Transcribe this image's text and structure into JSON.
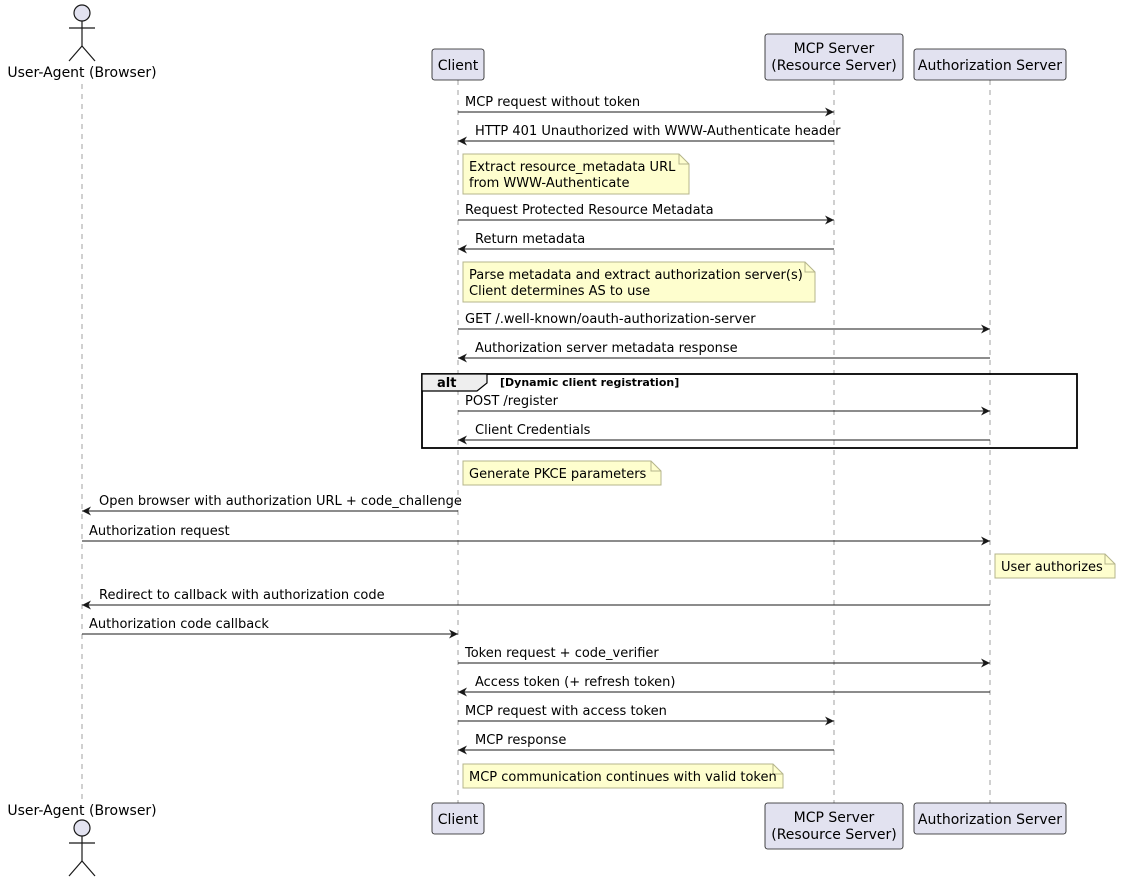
{
  "participants": [
    {
      "id": "ua",
      "type": "actor",
      "label": [
        "User-Agent (Browser)"
      ]
    },
    {
      "id": "client",
      "type": "box",
      "label": [
        "Client"
      ]
    },
    {
      "id": "mcp",
      "type": "box",
      "label": [
        "MCP Server",
        "(Resource Server)"
      ]
    },
    {
      "id": "as",
      "type": "box",
      "label": [
        "Authorization Server"
      ]
    }
  ],
  "events": [
    {
      "kind": "msg",
      "from": "client",
      "to": "mcp",
      "text": "MCP request without token"
    },
    {
      "kind": "msg",
      "from": "mcp",
      "to": "client",
      "text": "HTTP 401 Unauthorized with WWW-Authenticate header"
    },
    {
      "kind": "note",
      "over": "client",
      "lines": [
        "Extract resource_metadata URL",
        "from WWW-Authenticate"
      ]
    },
    {
      "kind": "msg",
      "from": "client",
      "to": "mcp",
      "text": "Request Protected Resource Metadata"
    },
    {
      "kind": "msg",
      "from": "mcp",
      "to": "client",
      "text": "Return metadata"
    },
    {
      "kind": "note",
      "over": "client",
      "lines": [
        "Parse metadata and extract authorization server(s)",
        "Client determines AS to use"
      ]
    },
    {
      "kind": "msg",
      "from": "client",
      "to": "as",
      "text": "GET /.well-known/oauth-authorization-server"
    },
    {
      "kind": "msg",
      "from": "as",
      "to": "client",
      "text": "Authorization server metadata response"
    },
    {
      "kind": "alt_start",
      "keyword": "alt",
      "condition": "[Dynamic client registration]"
    },
    {
      "kind": "msg",
      "from": "client",
      "to": "as",
      "text": "POST /register"
    },
    {
      "kind": "msg",
      "from": "as",
      "to": "client",
      "text": "Client Credentials"
    },
    {
      "kind": "alt_end"
    },
    {
      "kind": "note",
      "over": "client",
      "lines": [
        "Generate PKCE parameters"
      ]
    },
    {
      "kind": "msg",
      "from": "client",
      "to": "ua",
      "text": "Open browser with authorization URL + code_challenge"
    },
    {
      "kind": "msg",
      "from": "ua",
      "to": "as",
      "text": "Authorization request"
    },
    {
      "kind": "note",
      "over": "as",
      "lines": [
        "User authorizes"
      ]
    },
    {
      "kind": "msg",
      "from": "as",
      "to": "ua",
      "text": "Redirect to callback with authorization code"
    },
    {
      "kind": "msg",
      "from": "ua",
      "to": "client",
      "text": "Authorization code callback"
    },
    {
      "kind": "msg",
      "from": "client",
      "to": "as",
      "text": "Token request + code_verifier"
    },
    {
      "kind": "msg",
      "from": "as",
      "to": "client",
      "text": "Access token (+ refresh token)"
    },
    {
      "kind": "msg",
      "from": "client",
      "to": "mcp",
      "text": "MCP request with access token"
    },
    {
      "kind": "msg",
      "from": "mcp",
      "to": "client",
      "text": "MCP response"
    },
    {
      "kind": "note",
      "over": "client",
      "lines": [
        "MCP communication continues with valid token"
      ]
    }
  ],
  "colors": {
    "participant_fill": "#e2e2f0",
    "participant_stroke": "#181818",
    "note_fill": "#fefece",
    "note_stroke": "#b5b58c",
    "lifeline": "#a0a0a0",
    "arrow": "#181818"
  }
}
